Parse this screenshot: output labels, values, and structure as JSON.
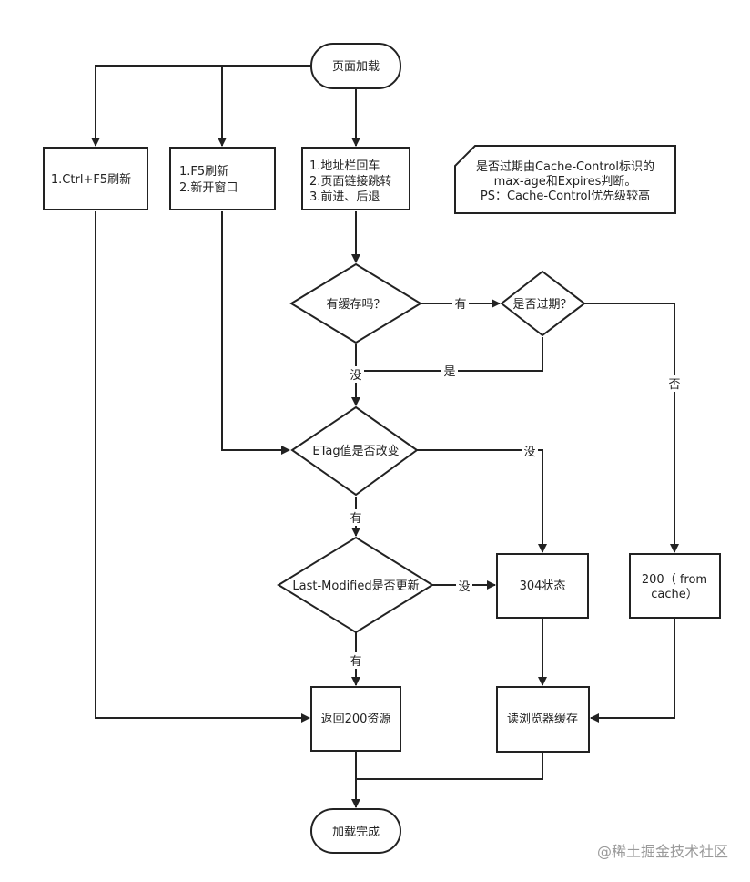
{
  "nodes": {
    "start": "页面加载",
    "ctrl_f5": "1.Ctrl+F5刷新",
    "f5_line1": "1.F5刷新",
    "f5_line2": "2.新开窗口",
    "addr_line1": "1.地址栏回车",
    "addr_line2": "2.页面链接跳转",
    "addr_line3": "3.前进、后退",
    "has_cache": "有缓存吗？",
    "expired": "是否过期？",
    "etag": "ETag值是否改变",
    "last_modified": "Last-Modified是否更新",
    "status_304": "304状态",
    "from_cache_line1": "200（ from",
    "from_cache_line2": "cache）",
    "return_200": "返回200资源",
    "read_cache": "读浏览器缓存",
    "done": "加载完成"
  },
  "note": {
    "line1": "是否过期由Cache-Control标识的",
    "line2": "max-age和Expires判断。",
    "line3": "PS：Cache-Control优先级较高"
  },
  "edge_labels": {
    "has_cache_yes": "有",
    "has_cache_no": "没",
    "expired_yes": "是",
    "expired_no": "否",
    "etag_no": "没",
    "etag_yes": "有",
    "lm_no": "没",
    "lm_yes": "有"
  },
  "watermark": "@稀土掘金技术社区"
}
